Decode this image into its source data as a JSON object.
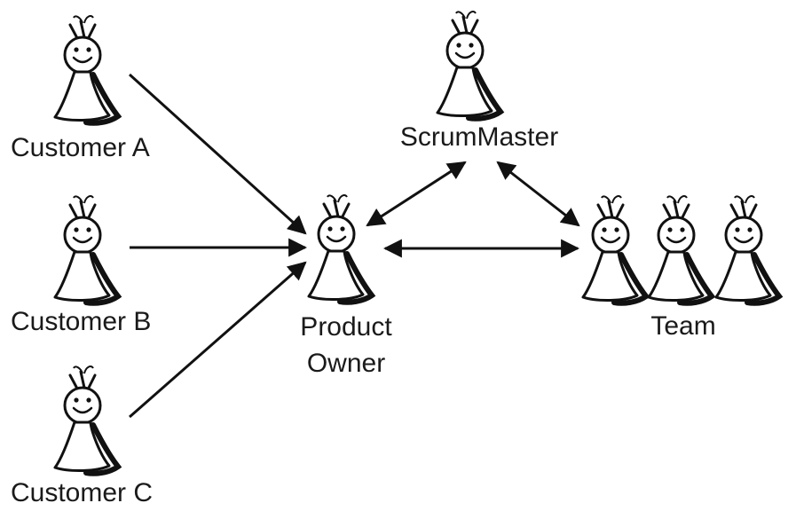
{
  "nodes": {
    "customer_a": {
      "label": "Customer A"
    },
    "customer_b": {
      "label": "Customer B"
    },
    "customer_c": {
      "label": "Customer C"
    },
    "product_owner": {
      "label_line1": "Product",
      "label_line2": "Owner"
    },
    "scrum_master": {
      "label": "ScrumMaster"
    },
    "team": {
      "label": "Team",
      "member_count": 3
    }
  },
  "edges": [
    {
      "from": "Customer A",
      "to": "Product Owner",
      "direction": "one-way"
    },
    {
      "from": "Customer B",
      "to": "Product Owner",
      "direction": "one-way"
    },
    {
      "from": "Customer C",
      "to": "Product Owner",
      "direction": "one-way"
    },
    {
      "from": "Product Owner",
      "to": "ScrumMaster",
      "direction": "two-way"
    },
    {
      "from": "ScrumMaster",
      "to": "Team",
      "direction": "two-way"
    },
    {
      "from": "Product Owner",
      "to": "Team",
      "direction": "two-way"
    }
  ],
  "colors": {
    "stroke": "#111111",
    "figure_fill": "#ffffff",
    "background": "#ffffff"
  },
  "icons": {
    "person": "stick-person-icon"
  }
}
